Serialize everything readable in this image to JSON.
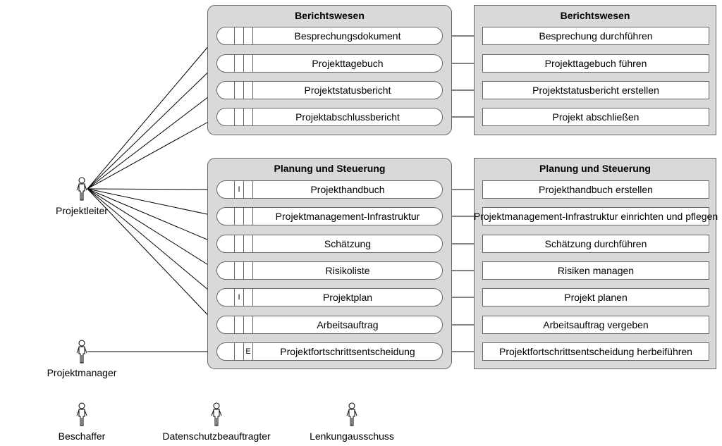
{
  "groups": {
    "berichtswesen_products": {
      "title": "Berichtswesen"
    },
    "berichtswesen_activities": {
      "title": "Berichtswesen"
    },
    "planung_products": {
      "title": "Planung und Steuerung"
    },
    "planung_activities": {
      "title": "Planung und Steuerung"
    }
  },
  "berichtswesen": [
    {
      "product": "Besprechungsdokument",
      "marker": "",
      "activity": "Besprechung durchführen"
    },
    {
      "product": "Projekttagebuch",
      "marker": "",
      "activity": "Projekttagebuch führen"
    },
    {
      "product": "Projektstatusbericht",
      "marker": "",
      "activity": "Projektstatusbericht erstellen"
    },
    {
      "product": "Projektabschlussbericht",
      "marker": "",
      "activity": "Projekt abschließen"
    }
  ],
  "planung": [
    {
      "product": "Projekthandbuch",
      "marker": "I",
      "marker2": "",
      "activity": "Projekthandbuch erstellen"
    },
    {
      "product": "Projektmanagement-Infrastruktur",
      "marker": "",
      "marker2": "",
      "activity": "Projektmanagement-Infrastruktur einrichten und pflegen"
    },
    {
      "product": "Schätzung",
      "marker": "",
      "marker2": "",
      "activity": "Schätzung durchführen"
    },
    {
      "product": "Risikoliste",
      "marker": "",
      "marker2": "",
      "activity": "Risiken managen"
    },
    {
      "product": "Projektplan",
      "marker": "I",
      "marker2": "",
      "activity": "Projekt planen"
    },
    {
      "product": "Arbeitsauftrag",
      "marker": "",
      "marker2": "",
      "activity": "Arbeitsauftrag vergeben"
    },
    {
      "product": "Projektfortschrittsentscheidung",
      "marker": "",
      "marker2": "E",
      "activity": "Projektfortschrittsentscheidung herbeiführen"
    }
  ],
  "actors": {
    "projektleiter": "Projektleiter",
    "projektmanager": "Projektmanager",
    "beschaffer": "Beschaffer",
    "datenschutz": "Datenschutzbeauftragter",
    "lenkung": "Lenkungausschuss"
  }
}
